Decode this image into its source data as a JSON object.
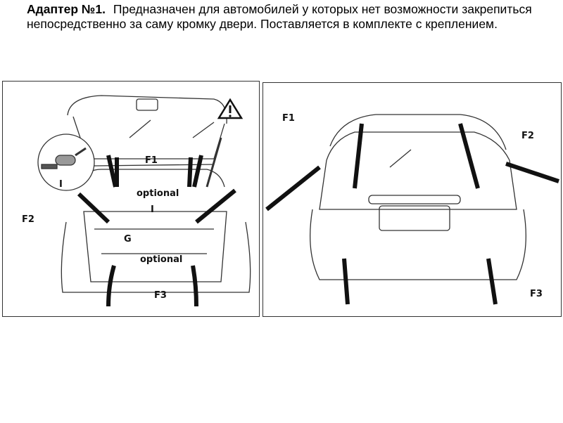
{
  "intro": {
    "title": "Адаптер  №1.",
    "text": "Предназначен для автомобилей у которых нет возможности закрепиться непосредственно за саму кромку двери. Поставляется в комплекте с креплением."
  },
  "figure_left": {
    "labels": {
      "f1": "F1",
      "optional_top": "optional",
      "i_zoom": "I",
      "i_right": "I",
      "f2": "F2",
      "g": "G",
      "optional_bottom": "optional",
      "f3": "F3"
    },
    "icons": [
      "warning-icon"
    ]
  },
  "figure_right": {
    "labels": {
      "f1": "F1",
      "f2": "F2",
      "f3": "F3"
    }
  }
}
